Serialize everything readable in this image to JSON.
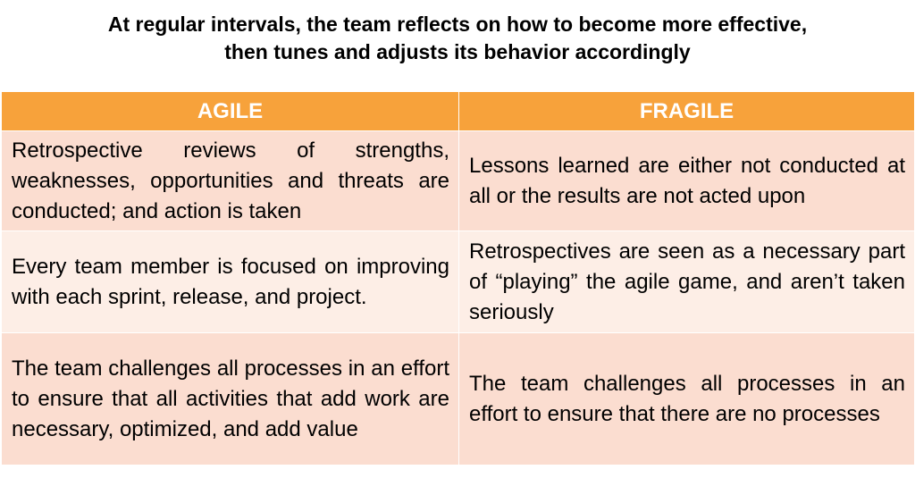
{
  "title": {
    "line1": "At regular intervals, the team reflects on how to become more effective,",
    "line2": "then tunes and adjusts its behavior accordingly"
  },
  "table": {
    "headers": [
      "AGILE",
      "FRAGILE"
    ],
    "rows": [
      {
        "agile": "Retrospective reviews of strengths, weaknesses, opportunities and threats are conducted; and action is taken",
        "fragile": "Lessons learned are either not conducted at all or the results are not acted upon"
      },
      {
        "agile": "Every team member is focused on improving with each sprint, release, and project.",
        "fragile": "Retrospectives are seen as a necessary part of “playing” the agile game, and aren’t taken seriously"
      },
      {
        "agile": "The team challenges all processes in an effort to ensure that all activities that add work are necessary, optimized, and add value",
        "fragile": "The team challenges all processes in an effort to ensure that there are no processes"
      }
    ]
  },
  "colors": {
    "header_fill": "#f7a23b",
    "row_fill_a": "#fbddd0",
    "row_fill_b": "#fdeee6",
    "header_text": "#ffffff"
  }
}
